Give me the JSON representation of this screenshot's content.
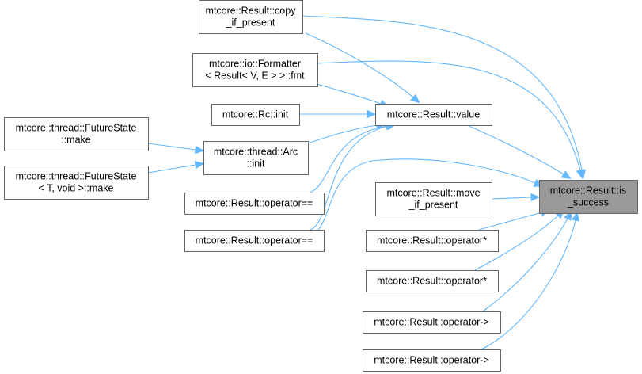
{
  "diagram": {
    "nodes": [
      {
        "id": "is_success",
        "lines": [
          "mtcore::Result::is",
          "_success"
        ],
        "highlight": true
      },
      {
        "id": "copy_if_present",
        "lines": [
          "mtcore::Result::copy",
          "_if_present"
        ]
      },
      {
        "id": "formatter_fmt",
        "lines": [
          "mtcore::io::Formatter",
          "< Result< V, E > >::fmt"
        ]
      },
      {
        "id": "rc_init",
        "lines": [
          "mtcore::Rc::init"
        ]
      },
      {
        "id": "result_value",
        "lines": [
          "mtcore::Result::value"
        ]
      },
      {
        "id": "future_make",
        "lines": [
          "mtcore::thread::FutureState",
          "::make"
        ]
      },
      {
        "id": "future_void_make",
        "lines": [
          "mtcore::thread::FutureState",
          "< T, void >::make"
        ]
      },
      {
        "id": "arc_init",
        "lines": [
          "mtcore::thread::Arc",
          "::init"
        ]
      },
      {
        "id": "op_eq_1",
        "lines": [
          "mtcore::Result::operator=="
        ]
      },
      {
        "id": "op_eq_2",
        "lines": [
          "mtcore::Result::operator=="
        ]
      },
      {
        "id": "move_if_present",
        "lines": [
          "mtcore::Result::move",
          "_if_present"
        ]
      },
      {
        "id": "op_star_1",
        "lines": [
          "mtcore::Result::operator*"
        ]
      },
      {
        "id": "op_star_2",
        "lines": [
          "mtcore::Result::operator*"
        ]
      },
      {
        "id": "op_arrow_1",
        "lines": [
          "mtcore::Result::operator->"
        ]
      },
      {
        "id": "op_arrow_2",
        "lines": [
          "mtcore::Result::operator->"
        ]
      }
    ],
    "edges": [
      {
        "from": "copy_if_present",
        "to": "is_success"
      },
      {
        "from": "copy_if_present",
        "to": "result_value"
      },
      {
        "from": "formatter_fmt",
        "to": "is_success"
      },
      {
        "from": "formatter_fmt",
        "to": "result_value"
      },
      {
        "from": "rc_init",
        "to": "result_value"
      },
      {
        "from": "result_value",
        "to": "is_success"
      },
      {
        "from": "future_make",
        "to": "arc_init"
      },
      {
        "from": "future_void_make",
        "to": "arc_init"
      },
      {
        "from": "arc_init",
        "to": "result_value"
      },
      {
        "from": "op_eq_1",
        "to": "result_value"
      },
      {
        "from": "op_eq_2",
        "to": "result_value"
      },
      {
        "from": "op_eq_2",
        "to": "is_success"
      },
      {
        "from": "move_if_present",
        "to": "is_success"
      },
      {
        "from": "op_star_1",
        "to": "is_success"
      },
      {
        "from": "op_star_2",
        "to": "is_success"
      },
      {
        "from": "op_arrow_1",
        "to": "is_success"
      },
      {
        "from": "op_arrow_2",
        "to": "is_success"
      }
    ]
  }
}
